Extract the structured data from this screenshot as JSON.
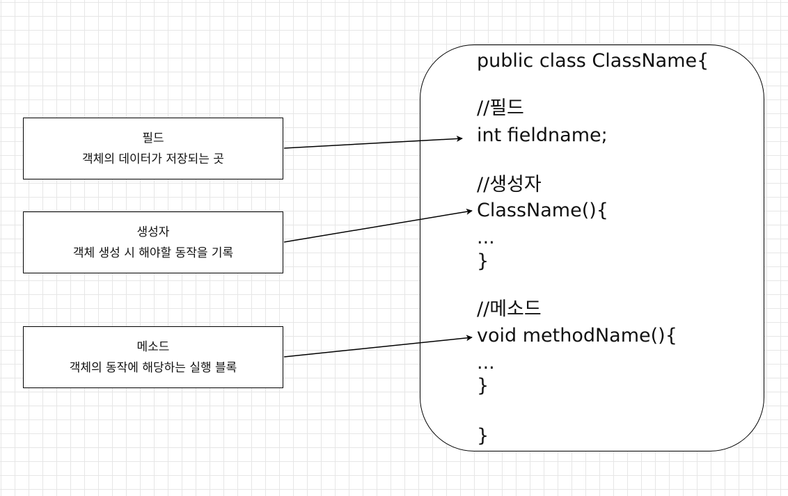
{
  "boxes": {
    "field": {
      "title": "필드",
      "desc": "객체의 데이터가 저장되는 곳"
    },
    "constructor": {
      "title": "생성자",
      "desc": "객체 생성 시 해야할 동작을 기록"
    },
    "method": {
      "title": "메소드",
      "desc": "객체의 동작에 해당하는 실행 블록"
    }
  },
  "code": {
    "lines": [
      "public class ClassName{",
      "//필드",
      "int fieldname;",
      "//생성자",
      "ClassName(){",
      "...",
      "}",
      "//메소드",
      "void methodName(){",
      "...",
      "}",
      "}"
    ]
  },
  "colors": {
    "stroke": "#000000",
    "grid": "#e6e6e6",
    "text": "#111111"
  }
}
